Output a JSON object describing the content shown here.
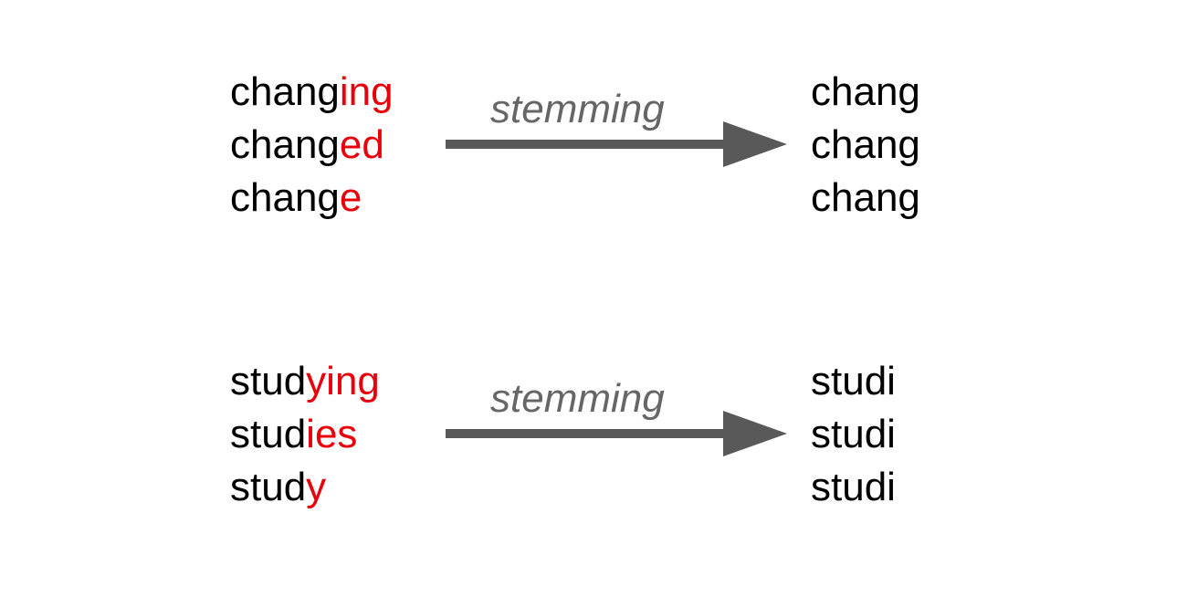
{
  "colors": {
    "suffix": "#e8000b",
    "text": "#000000",
    "arrow": "#595959",
    "label": "#666666"
  },
  "groups": [
    {
      "inputs": [
        {
          "stem": "chang",
          "suffix": "ing"
        },
        {
          "stem": "chang",
          "suffix": "ed"
        },
        {
          "stem": "chang",
          "suffix": "e"
        }
      ],
      "arrow_label": "stemming",
      "outputs": [
        "chang",
        "chang",
        "chang"
      ]
    },
    {
      "inputs": [
        {
          "stem": "stud",
          "suffix": "ying"
        },
        {
          "stem": "stud",
          "suffix": "ies"
        },
        {
          "stem": "stud",
          "suffix": "y"
        }
      ],
      "arrow_label": "stemming",
      "outputs": [
        "studi",
        "studi",
        "studi"
      ]
    }
  ]
}
